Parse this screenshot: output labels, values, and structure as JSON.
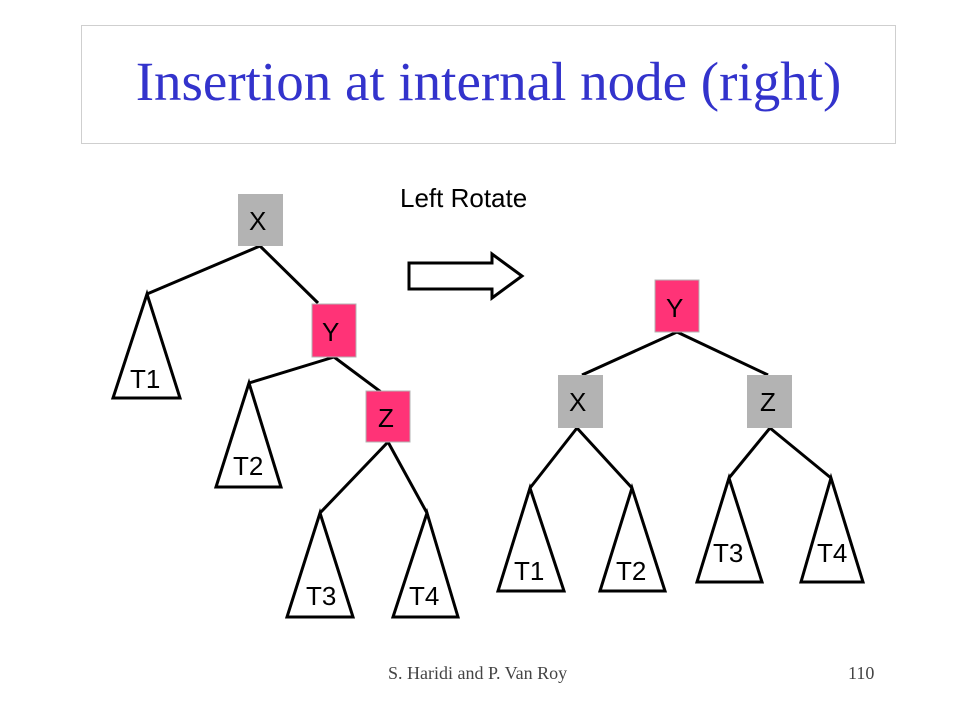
{
  "title": "Insertion at internal node (right)",
  "operation_label": "Left Rotate",
  "footer": {
    "author": "S. Haridi and P. Van Roy",
    "page": "110"
  },
  "colors": {
    "title": "#3333cc",
    "gray_node": "#b3b3b3",
    "pink_node": "#ff3377"
  },
  "before_tree": {
    "nodes": {
      "X": "X",
      "Y": "Y",
      "Z": "Z"
    },
    "subtrees": {
      "T1": "T1",
      "T2": "T2",
      "T3": "T3",
      "T4": "T4"
    }
  },
  "after_tree": {
    "nodes": {
      "Y": "Y",
      "X": "X",
      "Z": "Z"
    },
    "subtrees": {
      "T1": "T1",
      "T2": "T2",
      "T3": "T3",
      "T4": "T4"
    }
  }
}
